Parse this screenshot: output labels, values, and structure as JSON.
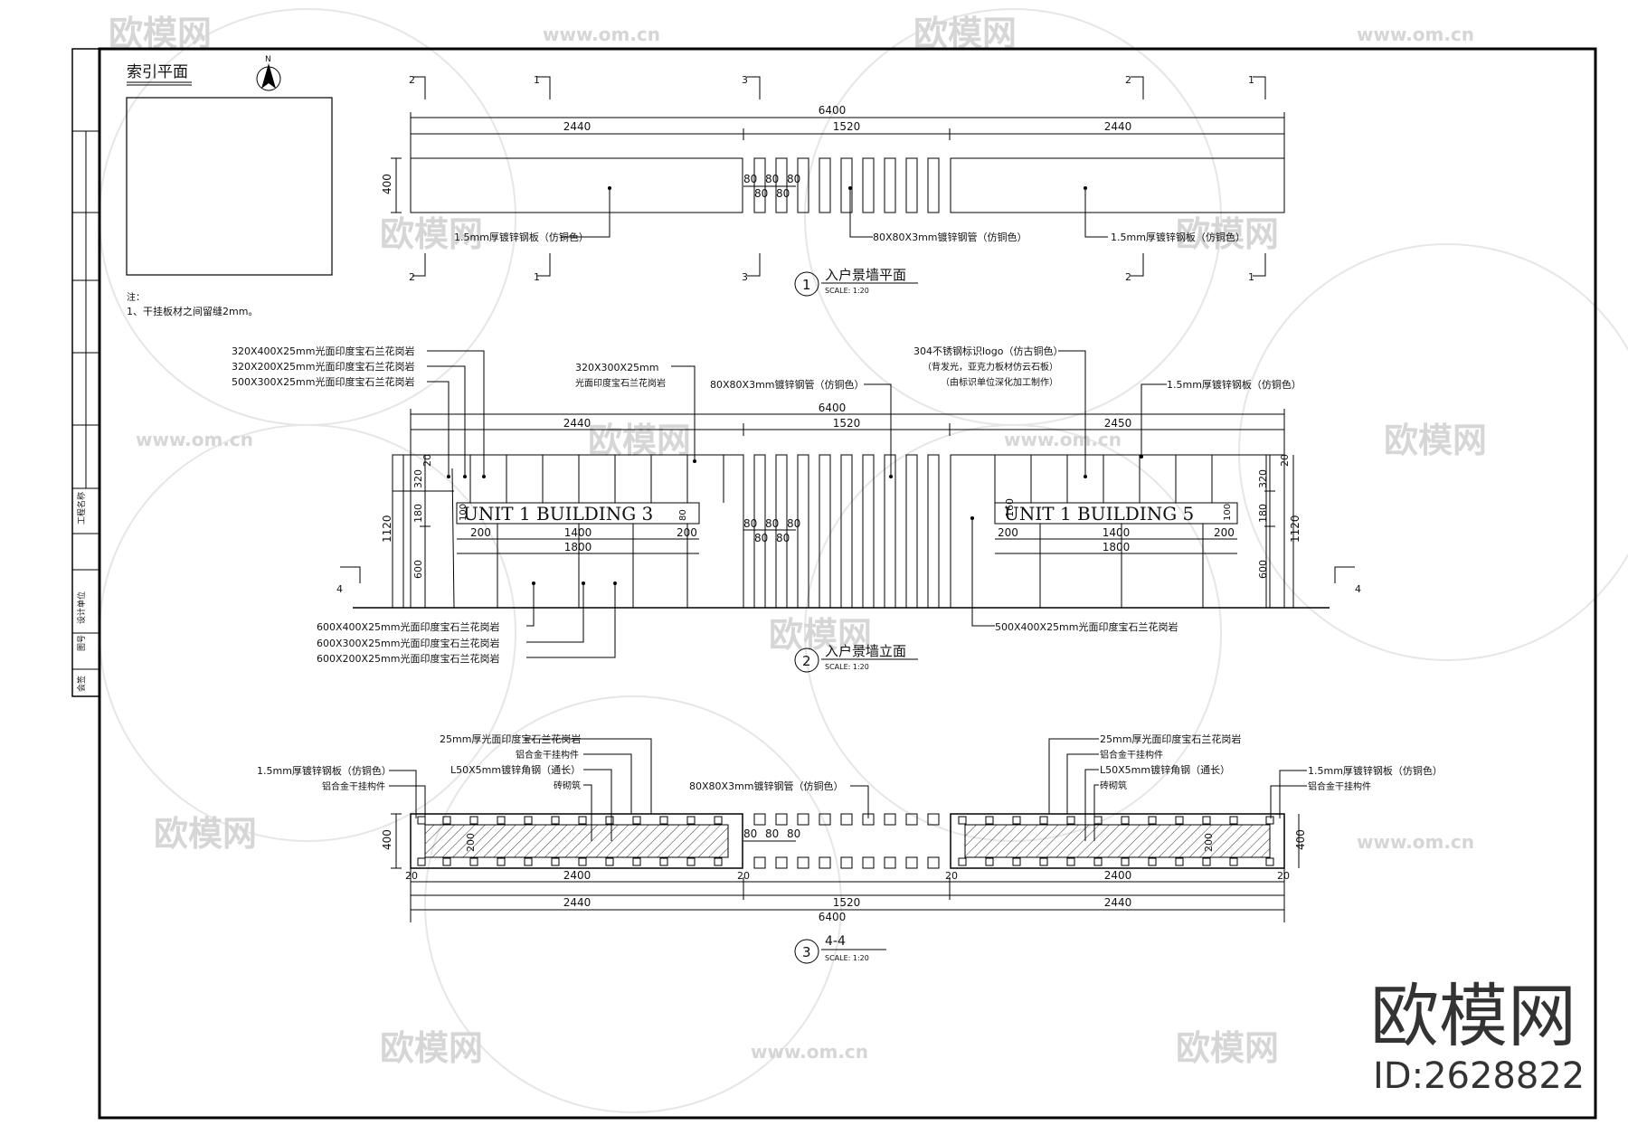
{
  "index_plan": {
    "title": "索引平面",
    "north": "N"
  },
  "notes": {
    "heading": "注：",
    "line1": "1、干挂板材之间留缝2mm。"
  },
  "title_block": {
    "t1": "会签",
    "t2": "图号",
    "t3": "设计单位",
    "t4": "工程名称"
  },
  "plan": {
    "title": "入户景墙平面",
    "num": "1",
    "scale": "SCALE: 1:20",
    "dim_total": "6400",
    "dim_a": "2440",
    "dim_b": "1520",
    "dim_c": "2440",
    "dim_h": "400",
    "dim_80": "80",
    "label_left": "1.5mm厚镀锌钢板（仿铜色）",
    "label_mid": "80X80X3mm镀锌钢管（仿铜色）",
    "label_right": "1.5mm厚镀锌钢板（仿铜色）",
    "sec1": "1",
    "sec2": "2",
    "sec3": "3"
  },
  "elevation": {
    "title": "入户景墙立面",
    "num": "2",
    "scale": "SCALE: 1:20",
    "dim_total": "6400",
    "dim_a": "2440",
    "dim_b": "1520",
    "dim_c": "2450",
    "dim_h": "1120",
    "dim_320": "320",
    "dim_180": "180",
    "dim_600": "600",
    "dim_20": "20",
    "dim_160": "160",
    "dim_200": "200",
    "dim_1400": "1400",
    "dim_1800": "1800",
    "dim_100": "100",
    "dim_80": "80",
    "sign_left": "UNIT 1 BUILDING 3",
    "sign_right": "UNIT 1 BUILDING 5",
    "sec4": "4",
    "l1": "320X400X25mm光面印度宝石兰花岗岩",
    "l2": "320X200X25mm光面印度宝石兰花岗岩",
    "l3": "500X300X25mm光面印度宝石兰花岗岩",
    "l4a": "320X300X25mm",
    "l4b": "光面印度宝石兰花岗岩",
    "l5": "80X80X3mm镀锌钢管（仿铜色）",
    "l6a": "304不锈钢标识logo（仿古铜色）",
    "l6b": "（背发光，亚克力板材仿云石板）",
    "l6c": "（由标识单位深化加工制作）",
    "l7": "1.5mm厚镀锌钢板（仿铜色）",
    "l8": "600X400X25mm光面印度宝石兰花岗岩",
    "l9": "600X300X25mm光面印度宝石兰花岗岩",
    "l10": "600X200X25mm光面印度宝石兰花岗岩",
    "l11": "500X400X25mm光面印度宝石兰花岗岩"
  },
  "section": {
    "title": "4-4",
    "num": "3",
    "scale": "SCALE: 1:20",
    "dim_total": "6400",
    "dim_a": "2440",
    "dim_b": "1520",
    "dim_c": "2440",
    "dim_2400": "2400",
    "dim_20": "20",
    "dim_400": "400",
    "dim_200": "200",
    "dim_80": "80",
    "l1": "25mm厚光面印度宝石兰花岗岩",
    "l2": "铝合金干挂构件",
    "l3": "L50X5mm镀锌角钢（通长）",
    "l4": "砖砌筑",
    "l5": "1.5mm厚镀锌钢板（仿铜色）",
    "l6": "铝合金干挂构件",
    "l7": "80X80X3mm镀锌钢管（仿铜色）"
  },
  "watermark": {
    "brand": "欧模网",
    "url": "www.om.cn",
    "id": "ID:2628822"
  }
}
